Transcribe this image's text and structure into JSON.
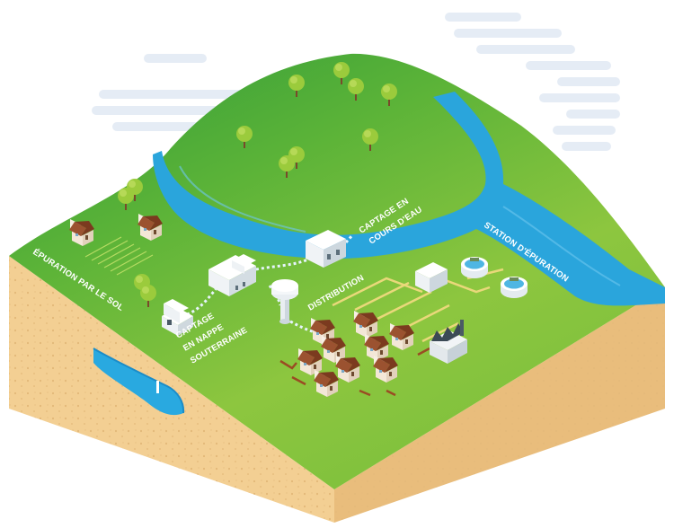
{
  "labels": {
    "epuration_sol": "ÉPURATION PAR LE SOL",
    "captage_nappe": [
      "CAPTAGE",
      "EN NAPPE",
      "SOUTERRAINE"
    ],
    "distribution": "DISTRIBUTION",
    "captage_cours": [
      "CAPTAGE EN",
      "COURS D'EAU"
    ],
    "station_epuration": "STATION D'ÉPURATION"
  },
  "colors": {
    "grass_light": "#8dc63f",
    "grass_dark": "#2e9a3a",
    "water": "#29a9e0",
    "water_dark": "#1b8cc8",
    "soil": "#f1cc8e",
    "soil_dark": "#dba864",
    "roof": "#8b4a2b",
    "cloud": "#dfe8f4"
  },
  "icons": [
    "tree-icon",
    "house-icon",
    "water-tower-icon",
    "factory-icon",
    "tank-icon",
    "building-icon"
  ]
}
